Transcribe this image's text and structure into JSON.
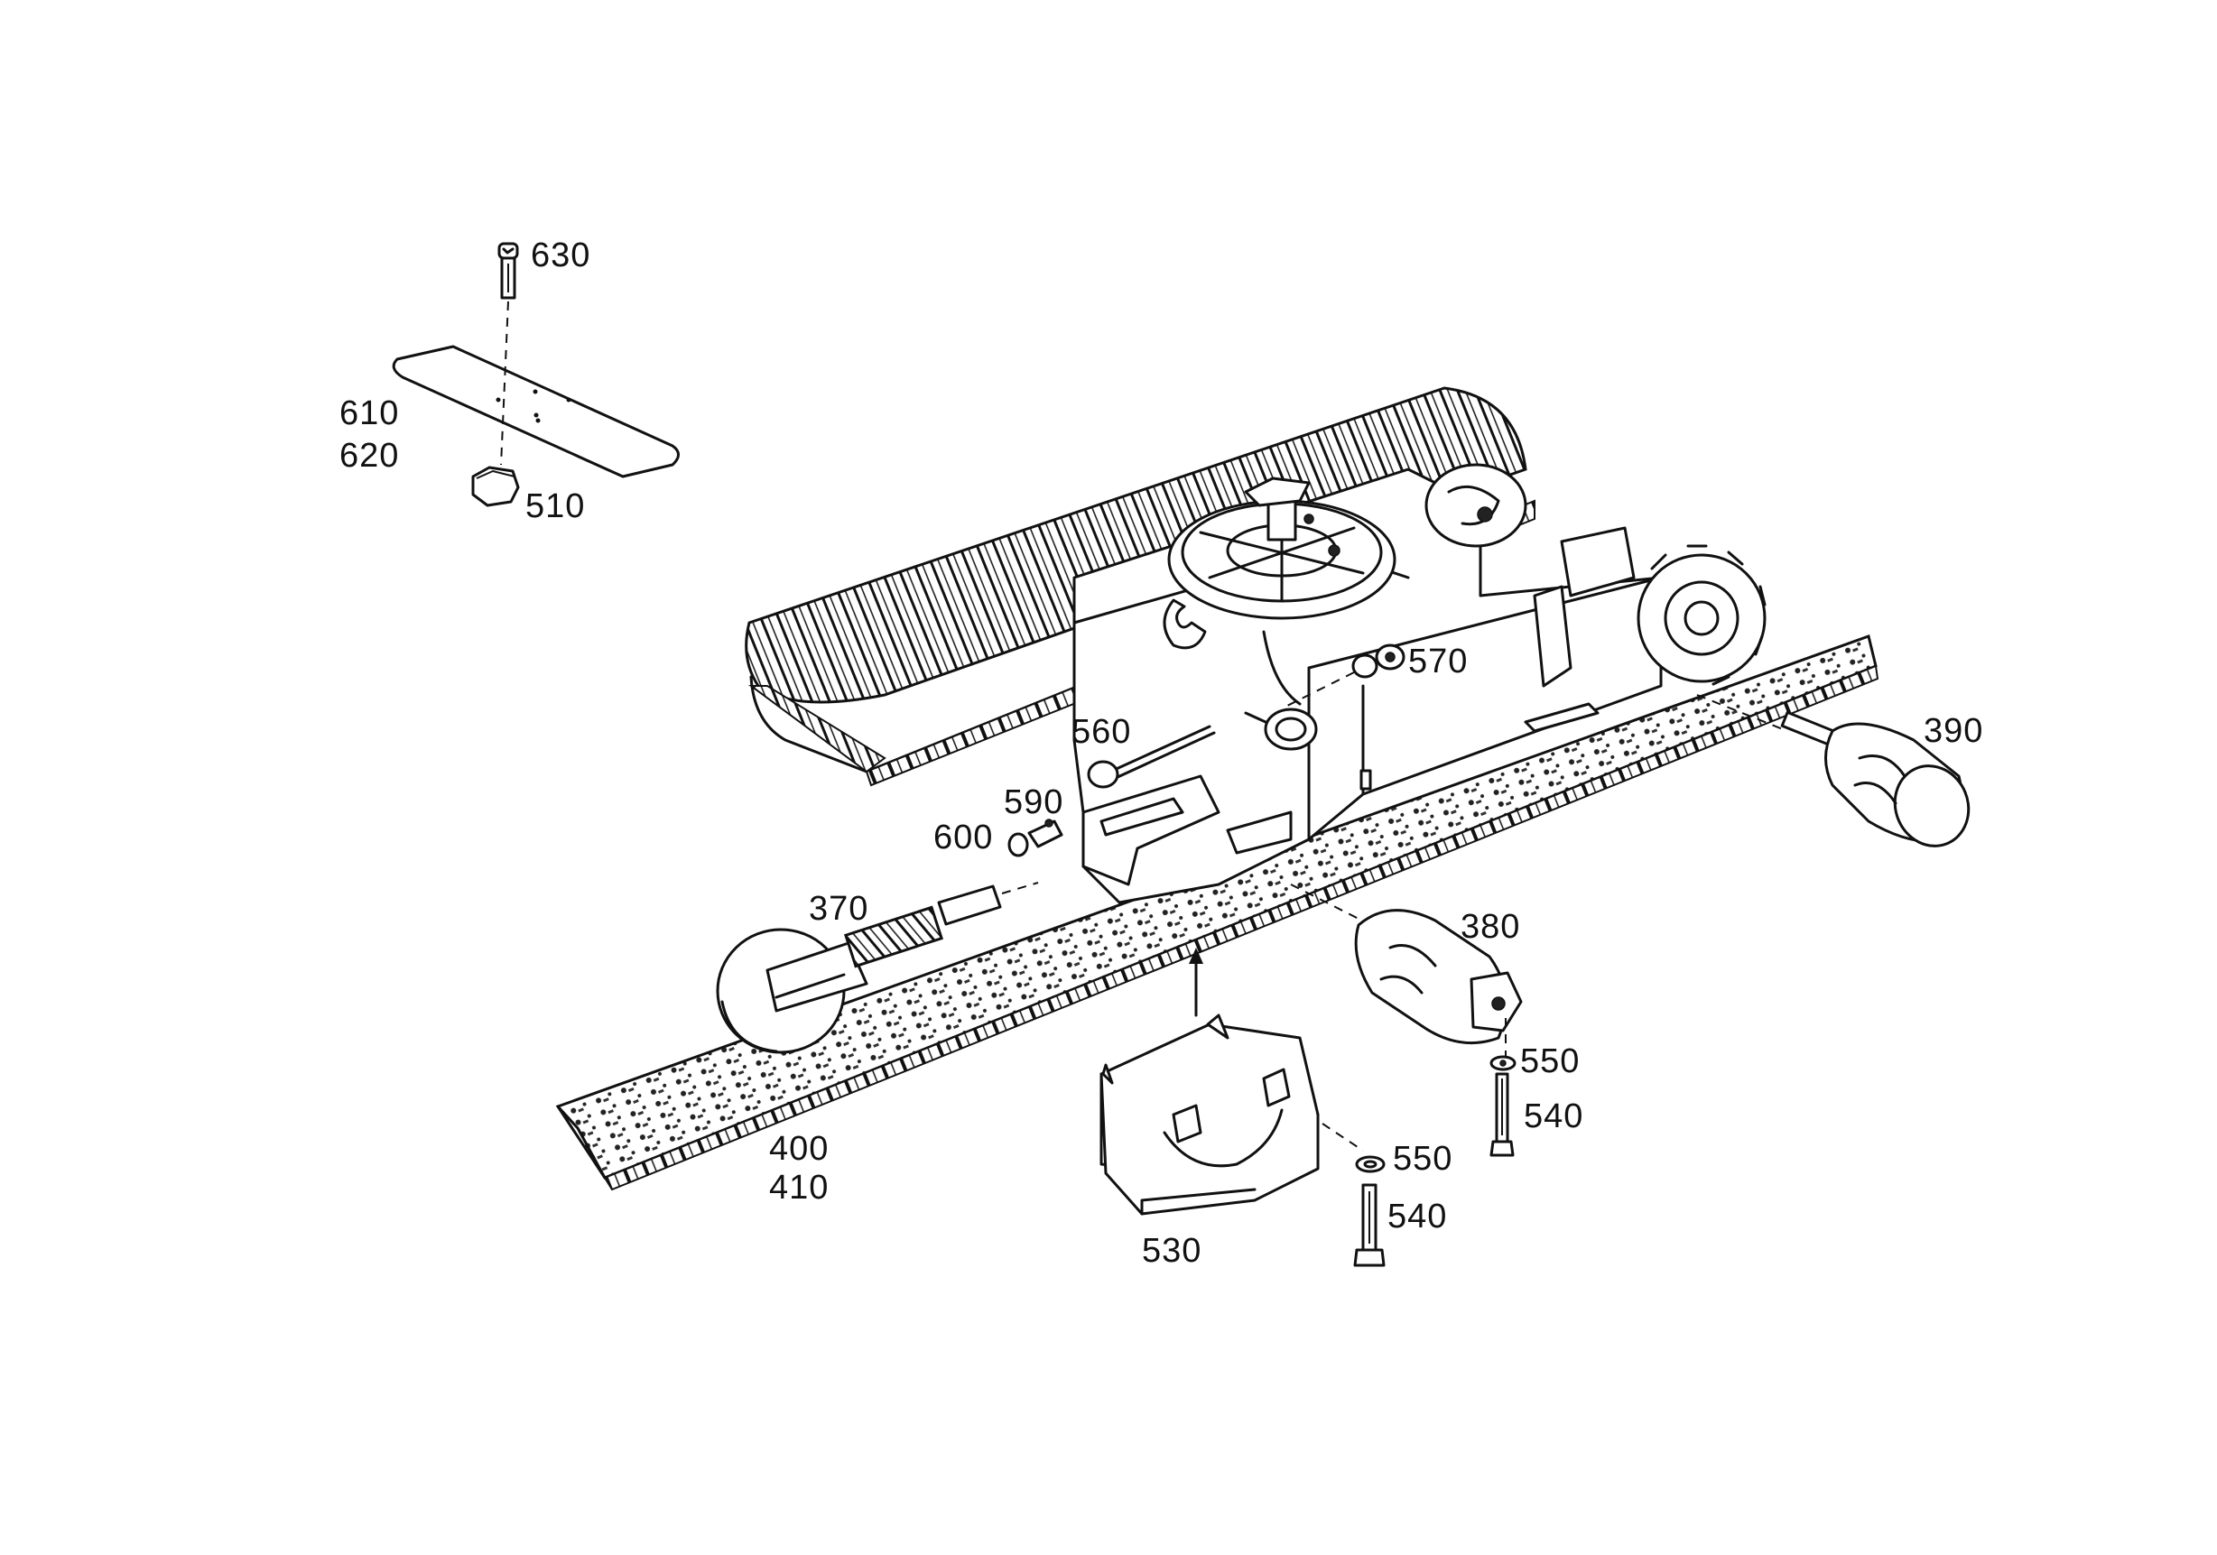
{
  "colors": {
    "ink": "#111111",
    "paper": "#ffffff"
  },
  "labels": {
    "p630": "630",
    "p610": "610",
    "p620": "620",
    "p510": "510",
    "p570": "570",
    "p560": "560",
    "p390": "390",
    "p590": "590",
    "p600": "600",
    "p370": "370",
    "p380": "380",
    "p550a": "550",
    "p540a": "540",
    "p550b": "550",
    "p540b": "540",
    "p400": "400",
    "p410": "410",
    "p530": "530"
  }
}
